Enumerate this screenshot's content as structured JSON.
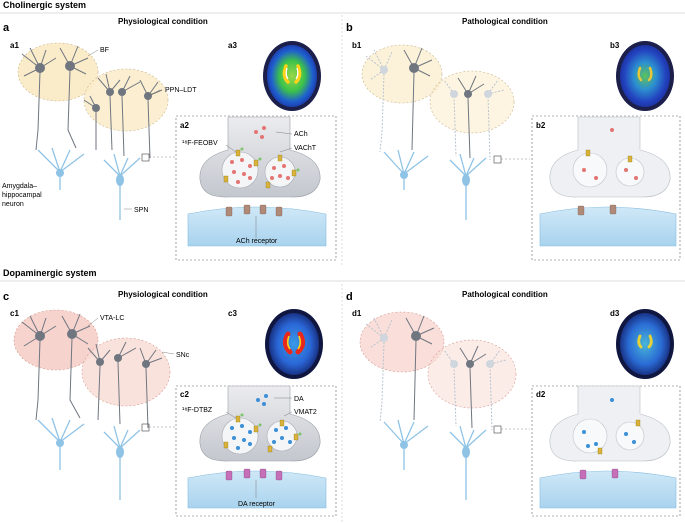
{
  "sections": {
    "cholinergic": "Cholinergic system",
    "dopaminergic": "Dopaminergic system"
  },
  "headers": {
    "a": "Physiological condition",
    "b": "Pathological condition",
    "c": "Physiological condition",
    "d": "Pathological condition"
  },
  "panels": {
    "a": "a",
    "a1": "a1",
    "a2": "a2",
    "a3": "a3",
    "b": "b",
    "b1": "b1",
    "b2": "b2",
    "b3": "b3",
    "c": "c",
    "c1": "c1",
    "c2": "c2",
    "c3": "c3",
    "d": "d",
    "d1": "d1",
    "d2": "d2",
    "d3": "d3"
  },
  "labels": {
    "bf": "BF",
    "ppn_ldt": "PPN–LDT",
    "amygdala_1": "Amygdala–",
    "amygdala_2": "hippocampal",
    "amygdala_3": "neuron",
    "spn": "SPN",
    "ach": "ACh",
    "feobv": "¹⁸F-FEOBV",
    "vacht": "VAChT",
    "ach_receptor": "ACh receptor",
    "vta_lc": "VTA-LC",
    "snc": "SNc",
    "da": "DA",
    "dtbz": "¹⁸F-DTBZ",
    "vmat2": "VMAT2",
    "da_receptor": "DA receptor"
  },
  "colors": {
    "bf_region": "#fbecc9",
    "ppn_region": "#fbecc9",
    "vta_region": "#f7d3cd",
    "snc_region": "#f9ddd6",
    "neuron_dark": "#6f7680",
    "neuron_pale": "#b9c3cf",
    "dendrite_blue": "#8fc3e6",
    "terminal_grey": "#c9cdd3",
    "postsyn_blue": "#bfe0f4",
    "ach_dot": "#e57373",
    "da_dot": "#3a8fd8",
    "ach_receptor": "#b08a78",
    "da_receptor": "#c46fb8",
    "transporter": "#d8b23a",
    "tracer": "#7cc56a"
  },
  "icons": [
    "pet-scan-icon",
    "neuron-icon",
    "synapse-icon"
  ]
}
